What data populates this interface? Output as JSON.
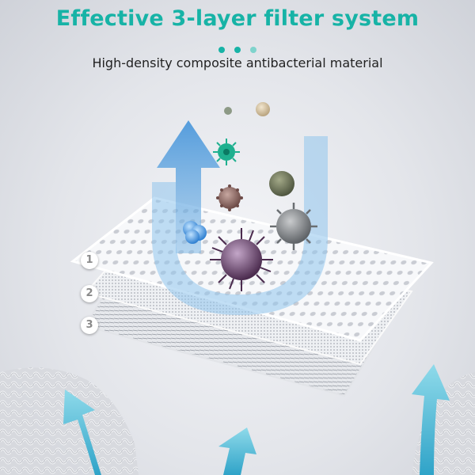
{
  "header": {
    "title": "Effective 3-layer filter system",
    "subtitle": "High-density composite antibacterial material"
  },
  "colors": {
    "accent": "#17b3a6",
    "dot_light": "#7fd3cc",
    "arrow": "#62c6d6",
    "arrow_light": "#b9dcf0"
  },
  "layers": [
    {
      "label": "1"
    },
    {
      "label": "2"
    },
    {
      "label": "3"
    }
  ],
  "icons": [
    "up-arrow-icon",
    "u-turn-arrow-icon",
    "virus-icon",
    "particle-icon",
    "bacteria-icon",
    "filter-layer-icon"
  ]
}
